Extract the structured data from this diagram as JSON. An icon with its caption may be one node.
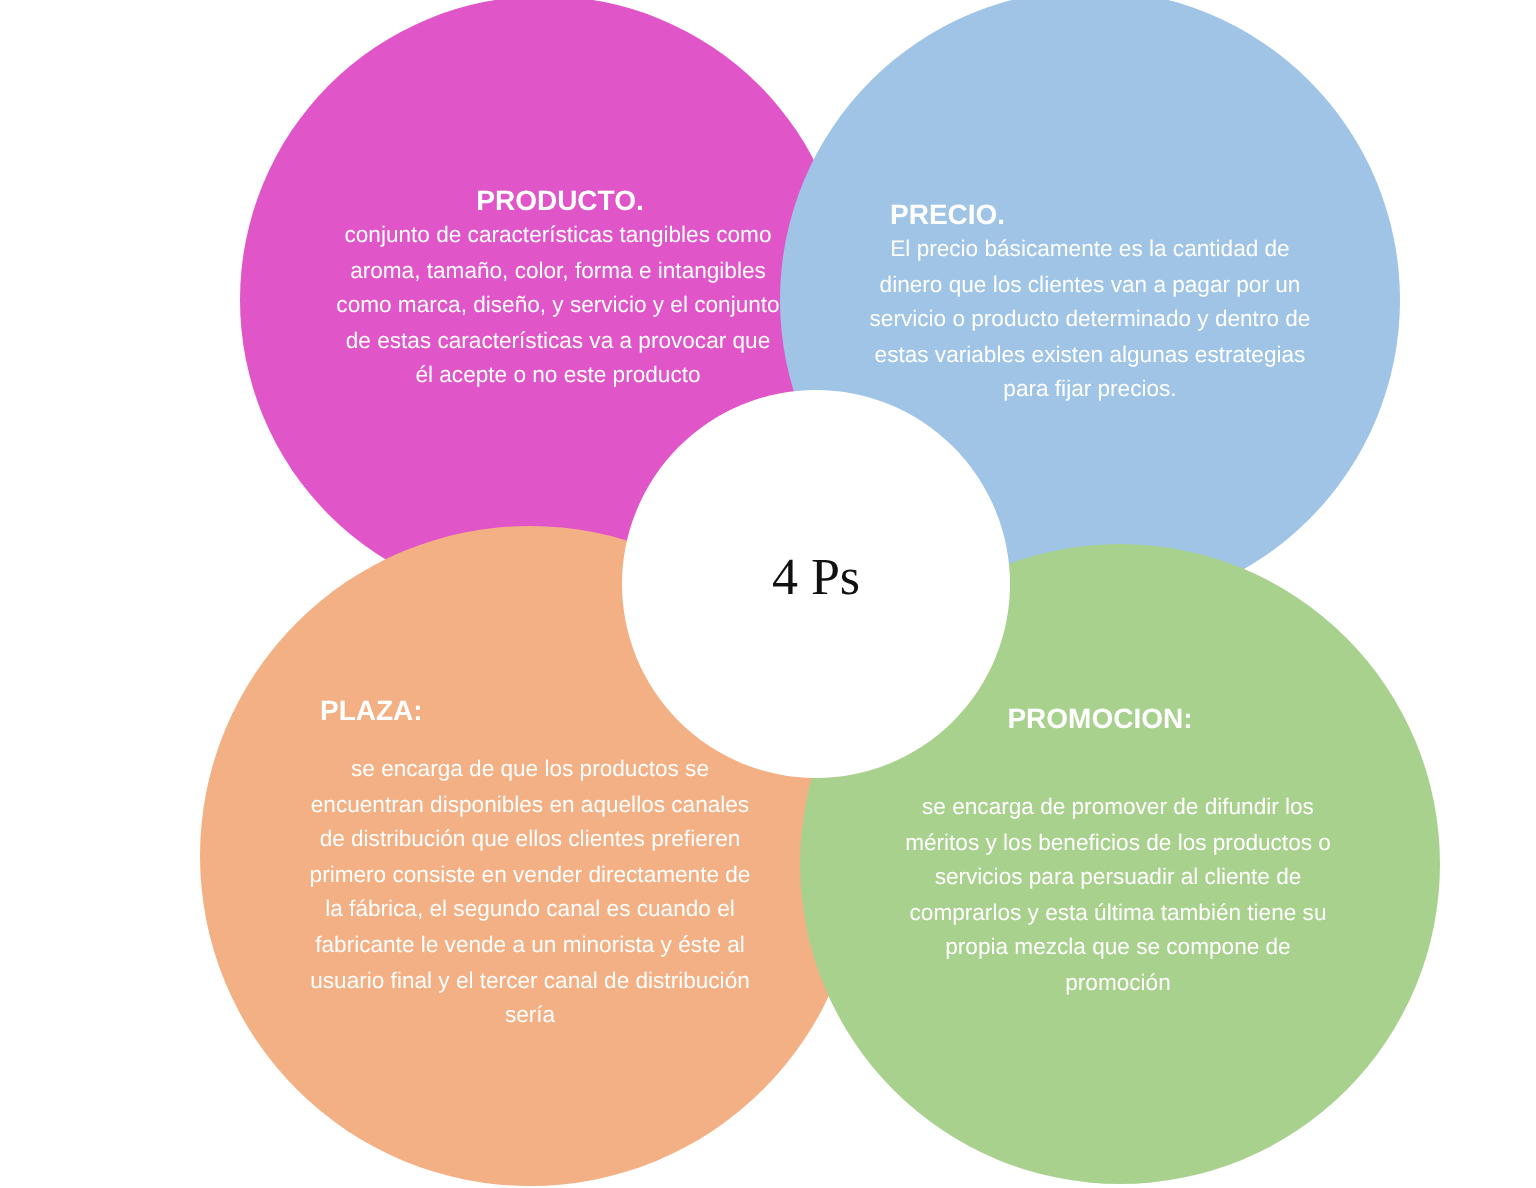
{
  "diagram": {
    "nodes": [
      {
        "text": [
          "PRODUCTO.",
          "conjunto de características tangibles como aroma, tamaño, color, forma e intangibles como marca, diseño, y servicio y el conjunto de estas características va a provocar que él acepte o no este producto"
        ]
      },
      {
        "text": [
          "PRECIO.",
          "El precio básicamente es la cantidad de dinero que los clientes van a pagar por un servicio o producto determinado y dentro de estas variables existen algunas estrategias para fijar precios."
        ]
      },
      {
        "text": [
          "PLAZA:",
          "se encarga de que los productos se encuentran disponibles en aquellos canales de distribución que ellos clientes prefieren primero consiste en vender directamente de la fábrica, el segundo canal es cuando el fabricante le vende a un minorista y éste al usuario final y el tercer canal de distribución sería"
        ]
      },
      {
        "text": [
          "PROMOCION:",
          "se encarga de promover de difundir los méritos y los beneficios de los productos o servicios para persuadir al cliente de comprarlos y esta última también tiene su propia mezcla que se compone de promoción"
        ]
      },
      {
        "text": [
          "4 Ps"
        ]
      }
    ]
  }
}
